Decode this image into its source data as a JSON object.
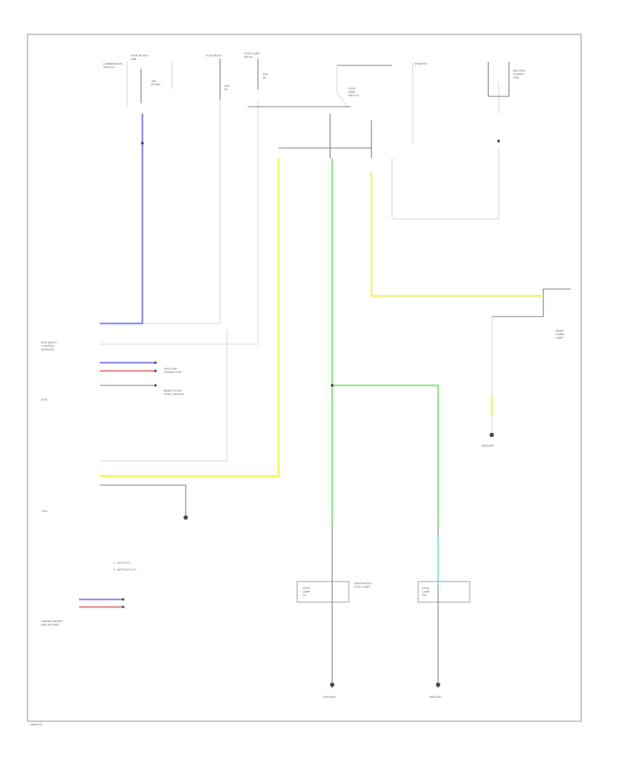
{
  "diagram": {
    "labels": {
      "fuse_block": "FUSE BLOCK\n(J/B)",
      "fuse_text1": "10A\n(FUSE)",
      "ecm_relay_text": "ECM RELAY",
      "fuse15a": "15A\n34",
      "fuse10a": "10A\n36",
      "brake_switch": "STOP\nLAMP\nSWITCH",
      "stop_lamp_relay": "STOP LAMP\nRELAY",
      "ipdm": "IPDM E/R",
      "battery_fusible": "BATTERY\nFUSIBLE\nLINK",
      "combination_switch": "COMBINATION\nSWITCH",
      "bcm_upper": "BCM (BODY\nCONTROL\nMODULE)",
      "can_system_1": "DATA LINK\nCONNECTOR",
      "ecm_left": "ECM",
      "brake_fluid": "BRAKE FLUID\nLEVEL SWITCH",
      "rear_combination": "REAR\nCOMB.\nLAMP",
      "ground_right": "GROUND",
      "transmission": "TCM",
      "stop_lamp_lh": "STOP\nLAMP\nLH",
      "stop_lamp_rh": "STOP\nLAMP\nRH",
      "high_mount": "HIGH MOUNT\nSTOP LAMP",
      "note1": "1 : WITH CVT",
      "note2": "2 : WITHOUT CVT",
      "unified_meter": "UNIFIED METER\nAND A/C AMP",
      "ground_lh": "GROUND",
      "ground_rh": "GROUND",
      "footer_code": "WA82012"
    },
    "wire_colors": {
      "blue": "#8b8bf0",
      "yellow": "#f2f25a",
      "green": "#8fe68f",
      "cyan": "#8fe6e6",
      "red": "#e88b8b",
      "black": "#6f6f6f",
      "gray": "#cfcfcf"
    }
  }
}
